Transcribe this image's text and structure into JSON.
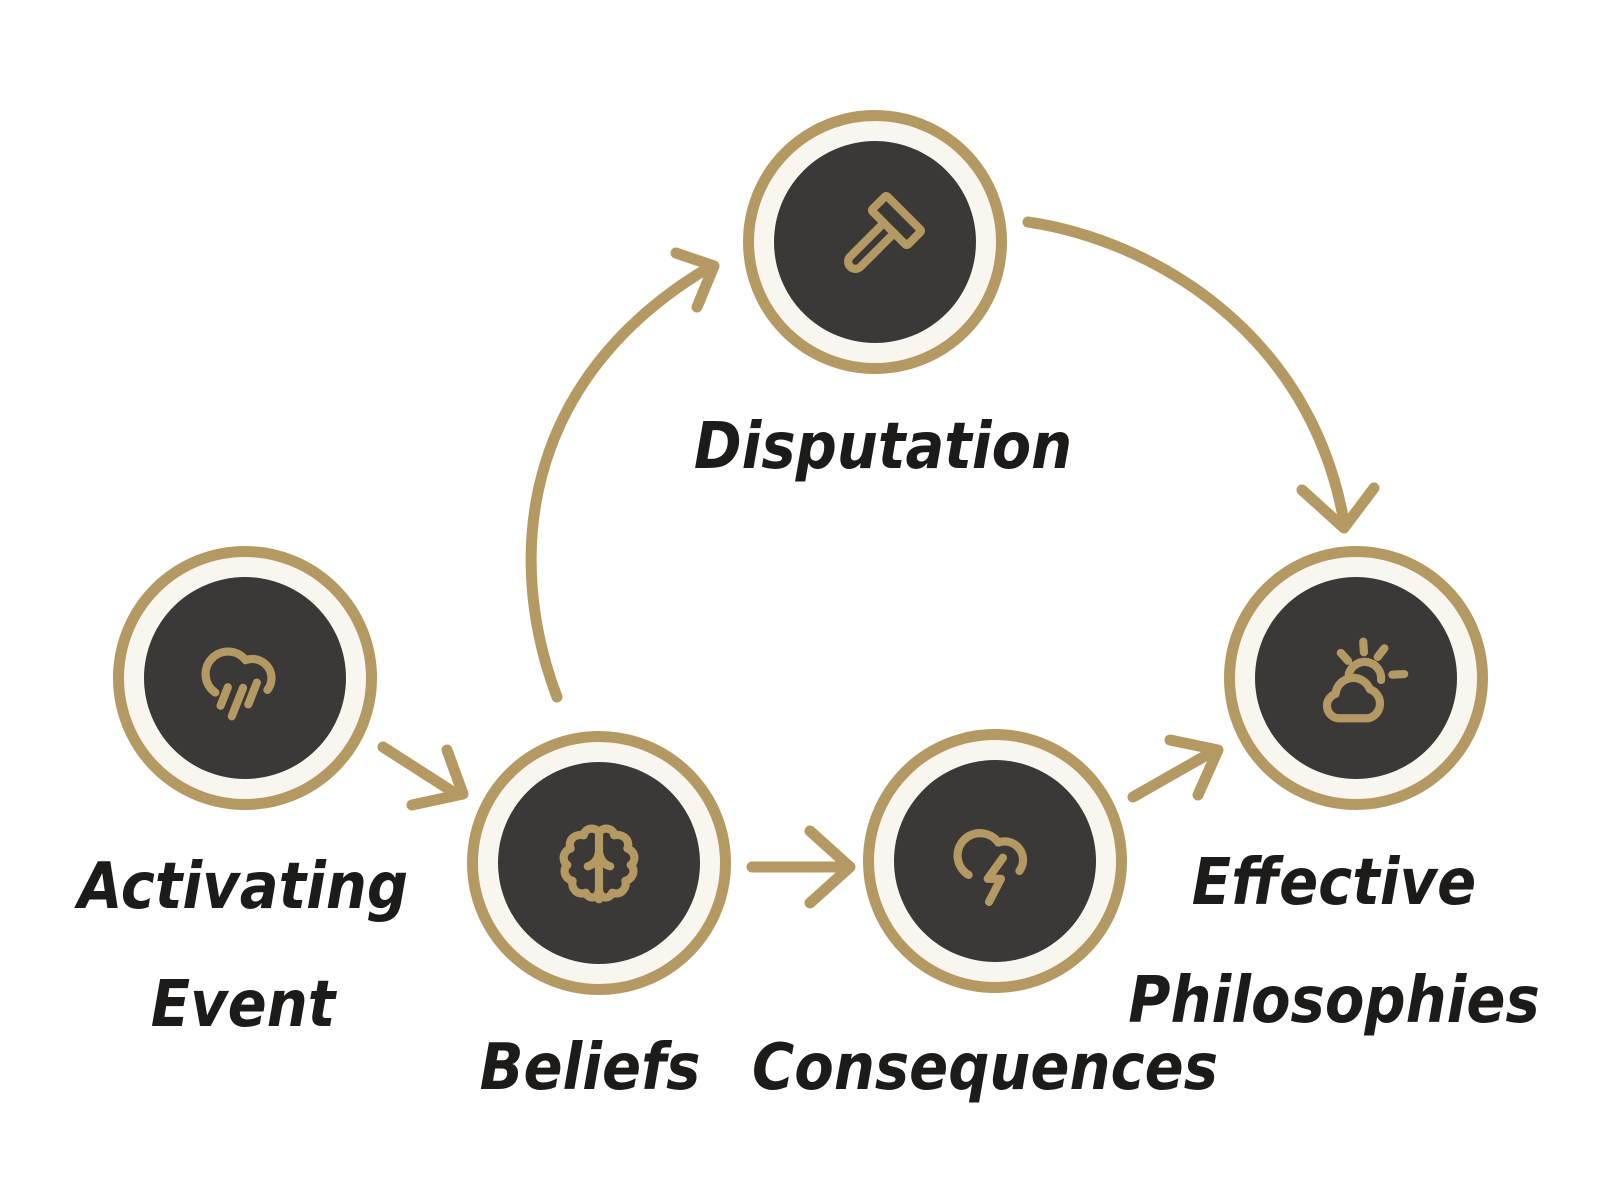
{
  "colors": {
    "background": "#ffffff",
    "gold": "#b49a62",
    "ring_fill": "#f9f6ef",
    "node_fill": "#3b3937",
    "label": "#1d1b19"
  },
  "nodes": [
    {
      "id": "activating-event",
      "label": "Activating Event",
      "lines": [
        "Activating",
        "Event"
      ],
      "icon": "rain-cloud-icon"
    },
    {
      "id": "beliefs",
      "label": "Beliefs",
      "lines": [
        "Beliefs"
      ],
      "icon": "brain-icon"
    },
    {
      "id": "disputation",
      "label": "Disputation",
      "lines": [
        "Disputation"
      ],
      "icon": "gavel-icon"
    },
    {
      "id": "consequences",
      "label": "Consequences",
      "lines": [
        "Consequences"
      ],
      "icon": "storm-cloud-icon"
    },
    {
      "id": "effective-philosophies",
      "label": "Effective Philosophies",
      "lines": [
        "Effective",
        "Philosophies"
      ],
      "icon": "sun-cloud-icon"
    }
  ],
  "connections": [
    {
      "from": "activating-event",
      "to": "beliefs"
    },
    {
      "from": "beliefs",
      "to": "disputation"
    },
    {
      "from": "disputation",
      "to": "effective-philosophies"
    },
    {
      "from": "beliefs",
      "to": "consequences"
    },
    {
      "from": "consequences",
      "to": "effective-philosophies"
    }
  ]
}
